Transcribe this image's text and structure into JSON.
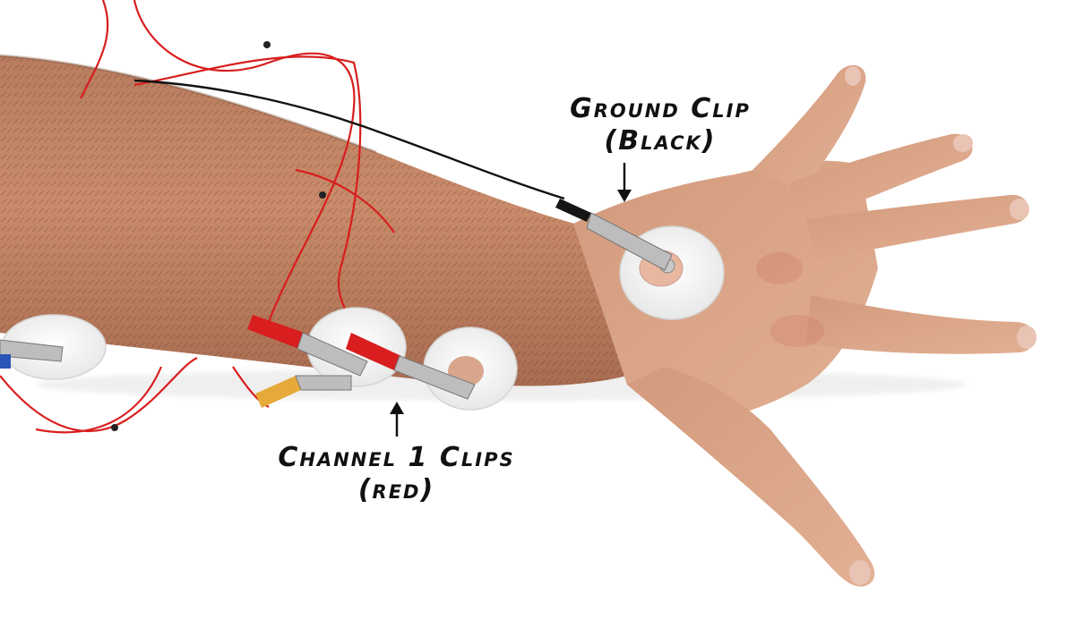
{
  "annotations": {
    "ground": {
      "line1": "Ground Clip",
      "line2": "(Black)"
    },
    "channel": {
      "line1": "Channel 1 Clips",
      "line2": "(red)"
    }
  },
  "colors": {
    "background": "#ffffff",
    "skin": "#c9886a",
    "wire_red": "#d81e1e",
    "wire_black": "#111111",
    "electrode_pad": "#f4f4f4",
    "clip_metal": "#b8b8b8",
    "label_text": "#111111"
  }
}
